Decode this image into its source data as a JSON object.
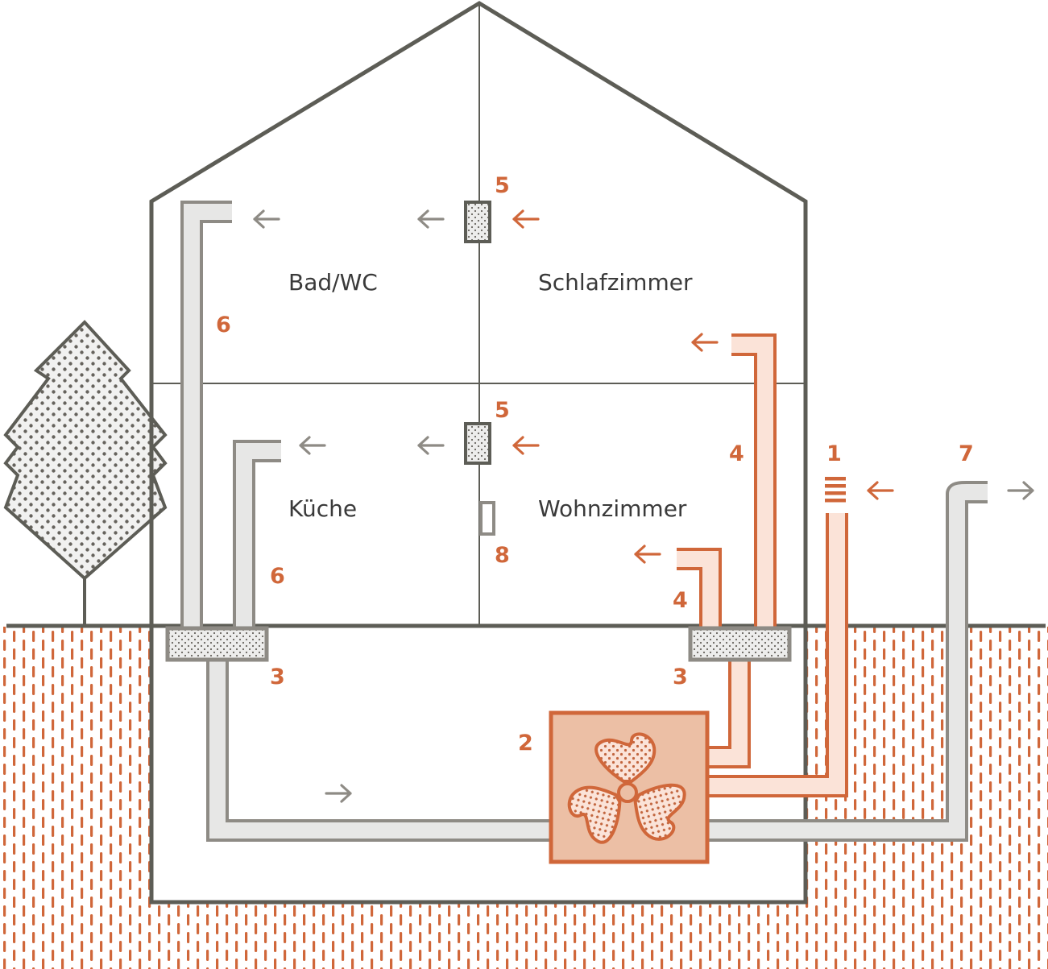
{
  "rooms": {
    "bad_wc": "Bad/WC",
    "schlafzimmer": "Schlafzimmer",
    "kueche": "Küche",
    "wohnzimmer": "Wohnzimmer"
  },
  "numbers": {
    "outdoor_air_intake": "1",
    "ventilation_unit": "2",
    "filter_left": "3",
    "filter_right": "3",
    "supply_duct_upper": "4",
    "supply_duct_lower": "4",
    "overflow_upper": "5",
    "overflow_lower": "5",
    "extract_duct_upper": "6",
    "extract_duct_lower": "6",
    "exhaust_outlet": "7",
    "door_element": "8"
  },
  "colors": {
    "wall": "#5d5d56",
    "supply_orange": "#d0673a",
    "extract_grey": "#8e8b85",
    "unit_fill": "#ecbfa5",
    "ground_dash": "#d0673a"
  },
  "icons": {
    "ventilation_unit": "fan-icon",
    "tree": "tree-icon",
    "intake_grille": "grille-icon"
  }
}
